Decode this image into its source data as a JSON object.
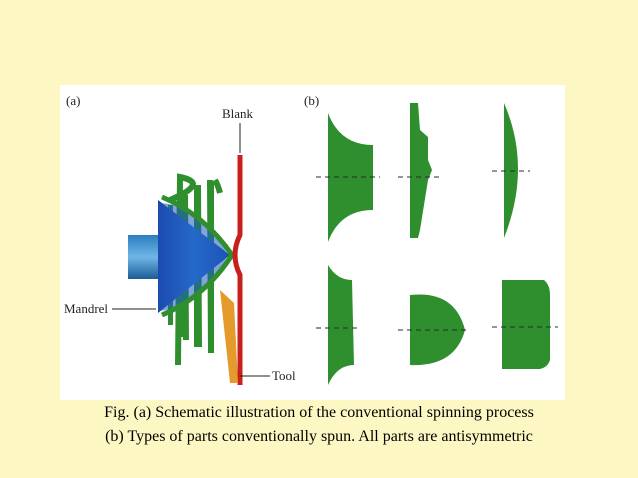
{
  "figure": {
    "panel_a": {
      "tag": "(a)",
      "labels": {
        "blank": "Blank",
        "mandrel": "Mandrel",
        "tool": "Tool"
      }
    },
    "panel_b": {
      "tag": "(b)"
    }
  },
  "caption": {
    "line1": "Fig.  (a) Schematic illustration of the conventional spinning process",
    "line2": "(b) Types of parts conventionally spun. All parts are antisymmetric"
  },
  "colors": {
    "background": "#fdf7c3",
    "part_green": "#2f8f2f",
    "blank_red": "#c8201c",
    "mandrel_blue": "#1b4fae",
    "tool_orange": "#e59a2c"
  },
  "icons": [
    "mandrel-cone-icon",
    "spun-part-shape-icon",
    "centerline-icon"
  ]
}
